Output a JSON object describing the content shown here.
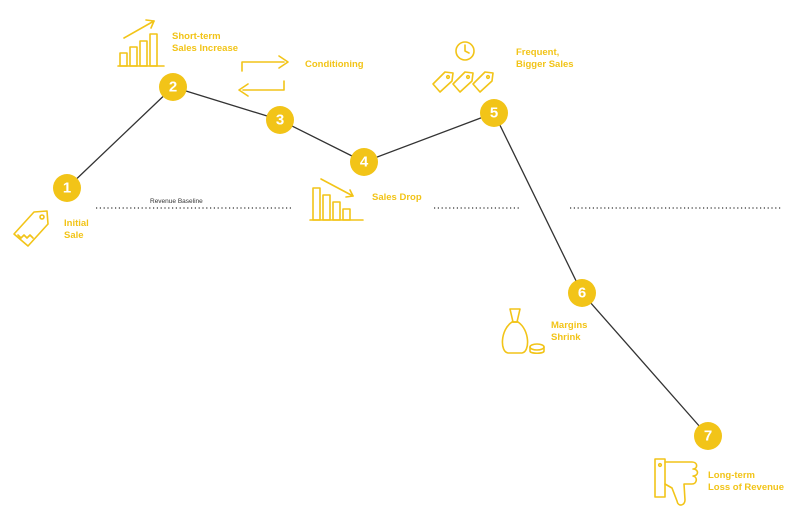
{
  "colors": {
    "accent": "#f2c418",
    "line": "#333333",
    "marker_text": "#ffffff",
    "background": "#ffffff"
  },
  "baseline_label": "Revenue Baseline",
  "steps": [
    {
      "number": "1",
      "lines": [
        "Initial",
        "Sale"
      ],
      "icon": "price-tag-icon"
    },
    {
      "number": "2",
      "lines": [
        "Short-term",
        "Sales Increase"
      ],
      "icon": "bar-chart-up-icon"
    },
    {
      "number": "3",
      "lines": [
        "Conditioning"
      ],
      "icon": "cycle-arrows-icon"
    },
    {
      "number": "4",
      "lines": [
        "Sales Drop"
      ],
      "icon": "bar-chart-down-icon"
    },
    {
      "number": "5",
      "lines": [
        "Frequent,",
        "Bigger Sales"
      ],
      "icon": "clock-tags-icon"
    },
    {
      "number": "6",
      "lines": [
        "Margins",
        "Shrink"
      ],
      "icon": "money-bag-icon"
    },
    {
      "number": "7",
      "lines": [
        "Long-term",
        "Loss of Revenue"
      ],
      "icon": "thumbs-down-icon"
    }
  ]
}
